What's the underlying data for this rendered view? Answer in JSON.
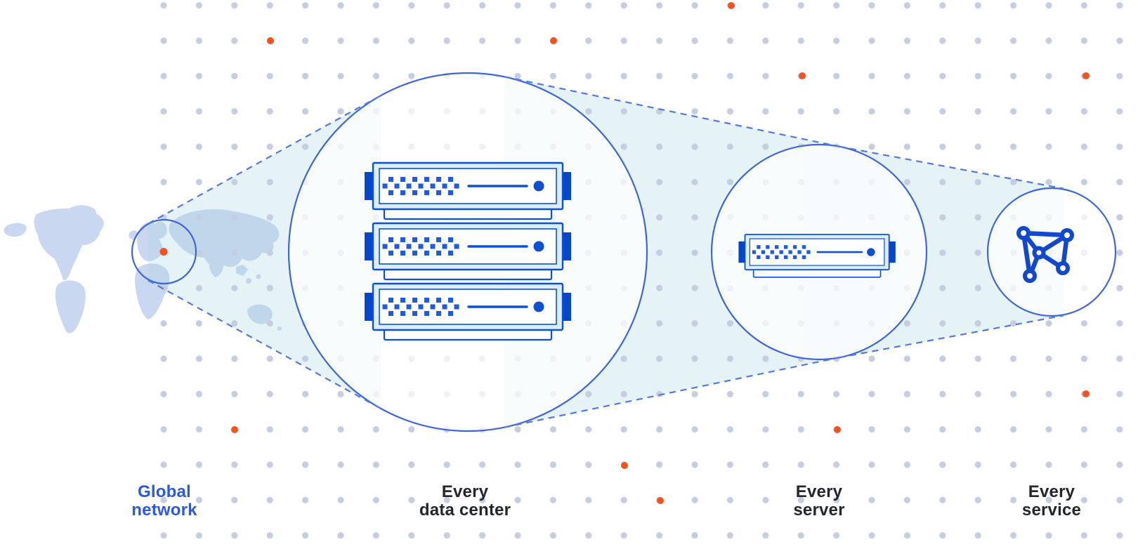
{
  "diagram": {
    "description": "Zoom-out illustration: global network map expands to a data center rack, a single server, and a service mesh",
    "stages": [
      {
        "name": "global-network",
        "icon": "world-map-location-marker-icon",
        "label": "Global network",
        "label_lines": [
          "Global",
          "network"
        ],
        "emphasis": "blue"
      },
      {
        "name": "every-data-center",
        "icon": "server-rack-icon",
        "label": "Every data center",
        "label_lines": [
          "Every",
          "data center"
        ],
        "emphasis": "dark"
      },
      {
        "name": "every-server",
        "icon": "server-unit-icon",
        "label": "Every server",
        "label_lines": [
          "Every",
          "server"
        ],
        "emphasis": "dark"
      },
      {
        "name": "every-service",
        "icon": "network-mesh-icon",
        "label": "Every service",
        "label_lines": [
          "Every",
          "service"
        ],
        "emphasis": "dark"
      }
    ],
    "colors": {
      "accent_orange": "#F5521F",
      "circle_stroke_blue": "#3E66D6",
      "dashed_line_blue": "#5478E0",
      "server_outline_blue": "#0C51D4",
      "server_tab_blue": "#0646C8",
      "server_fill_light": "#DAEDF8",
      "mesh_icon_blue": "#1248CC",
      "label_dark": "#23262B",
      "label_blue": "#2A58E8",
      "map_fill": "#CAD7F0",
      "beam_fill": "#E5F2F6",
      "grid_dot": "#C6CDE0"
    }
  }
}
